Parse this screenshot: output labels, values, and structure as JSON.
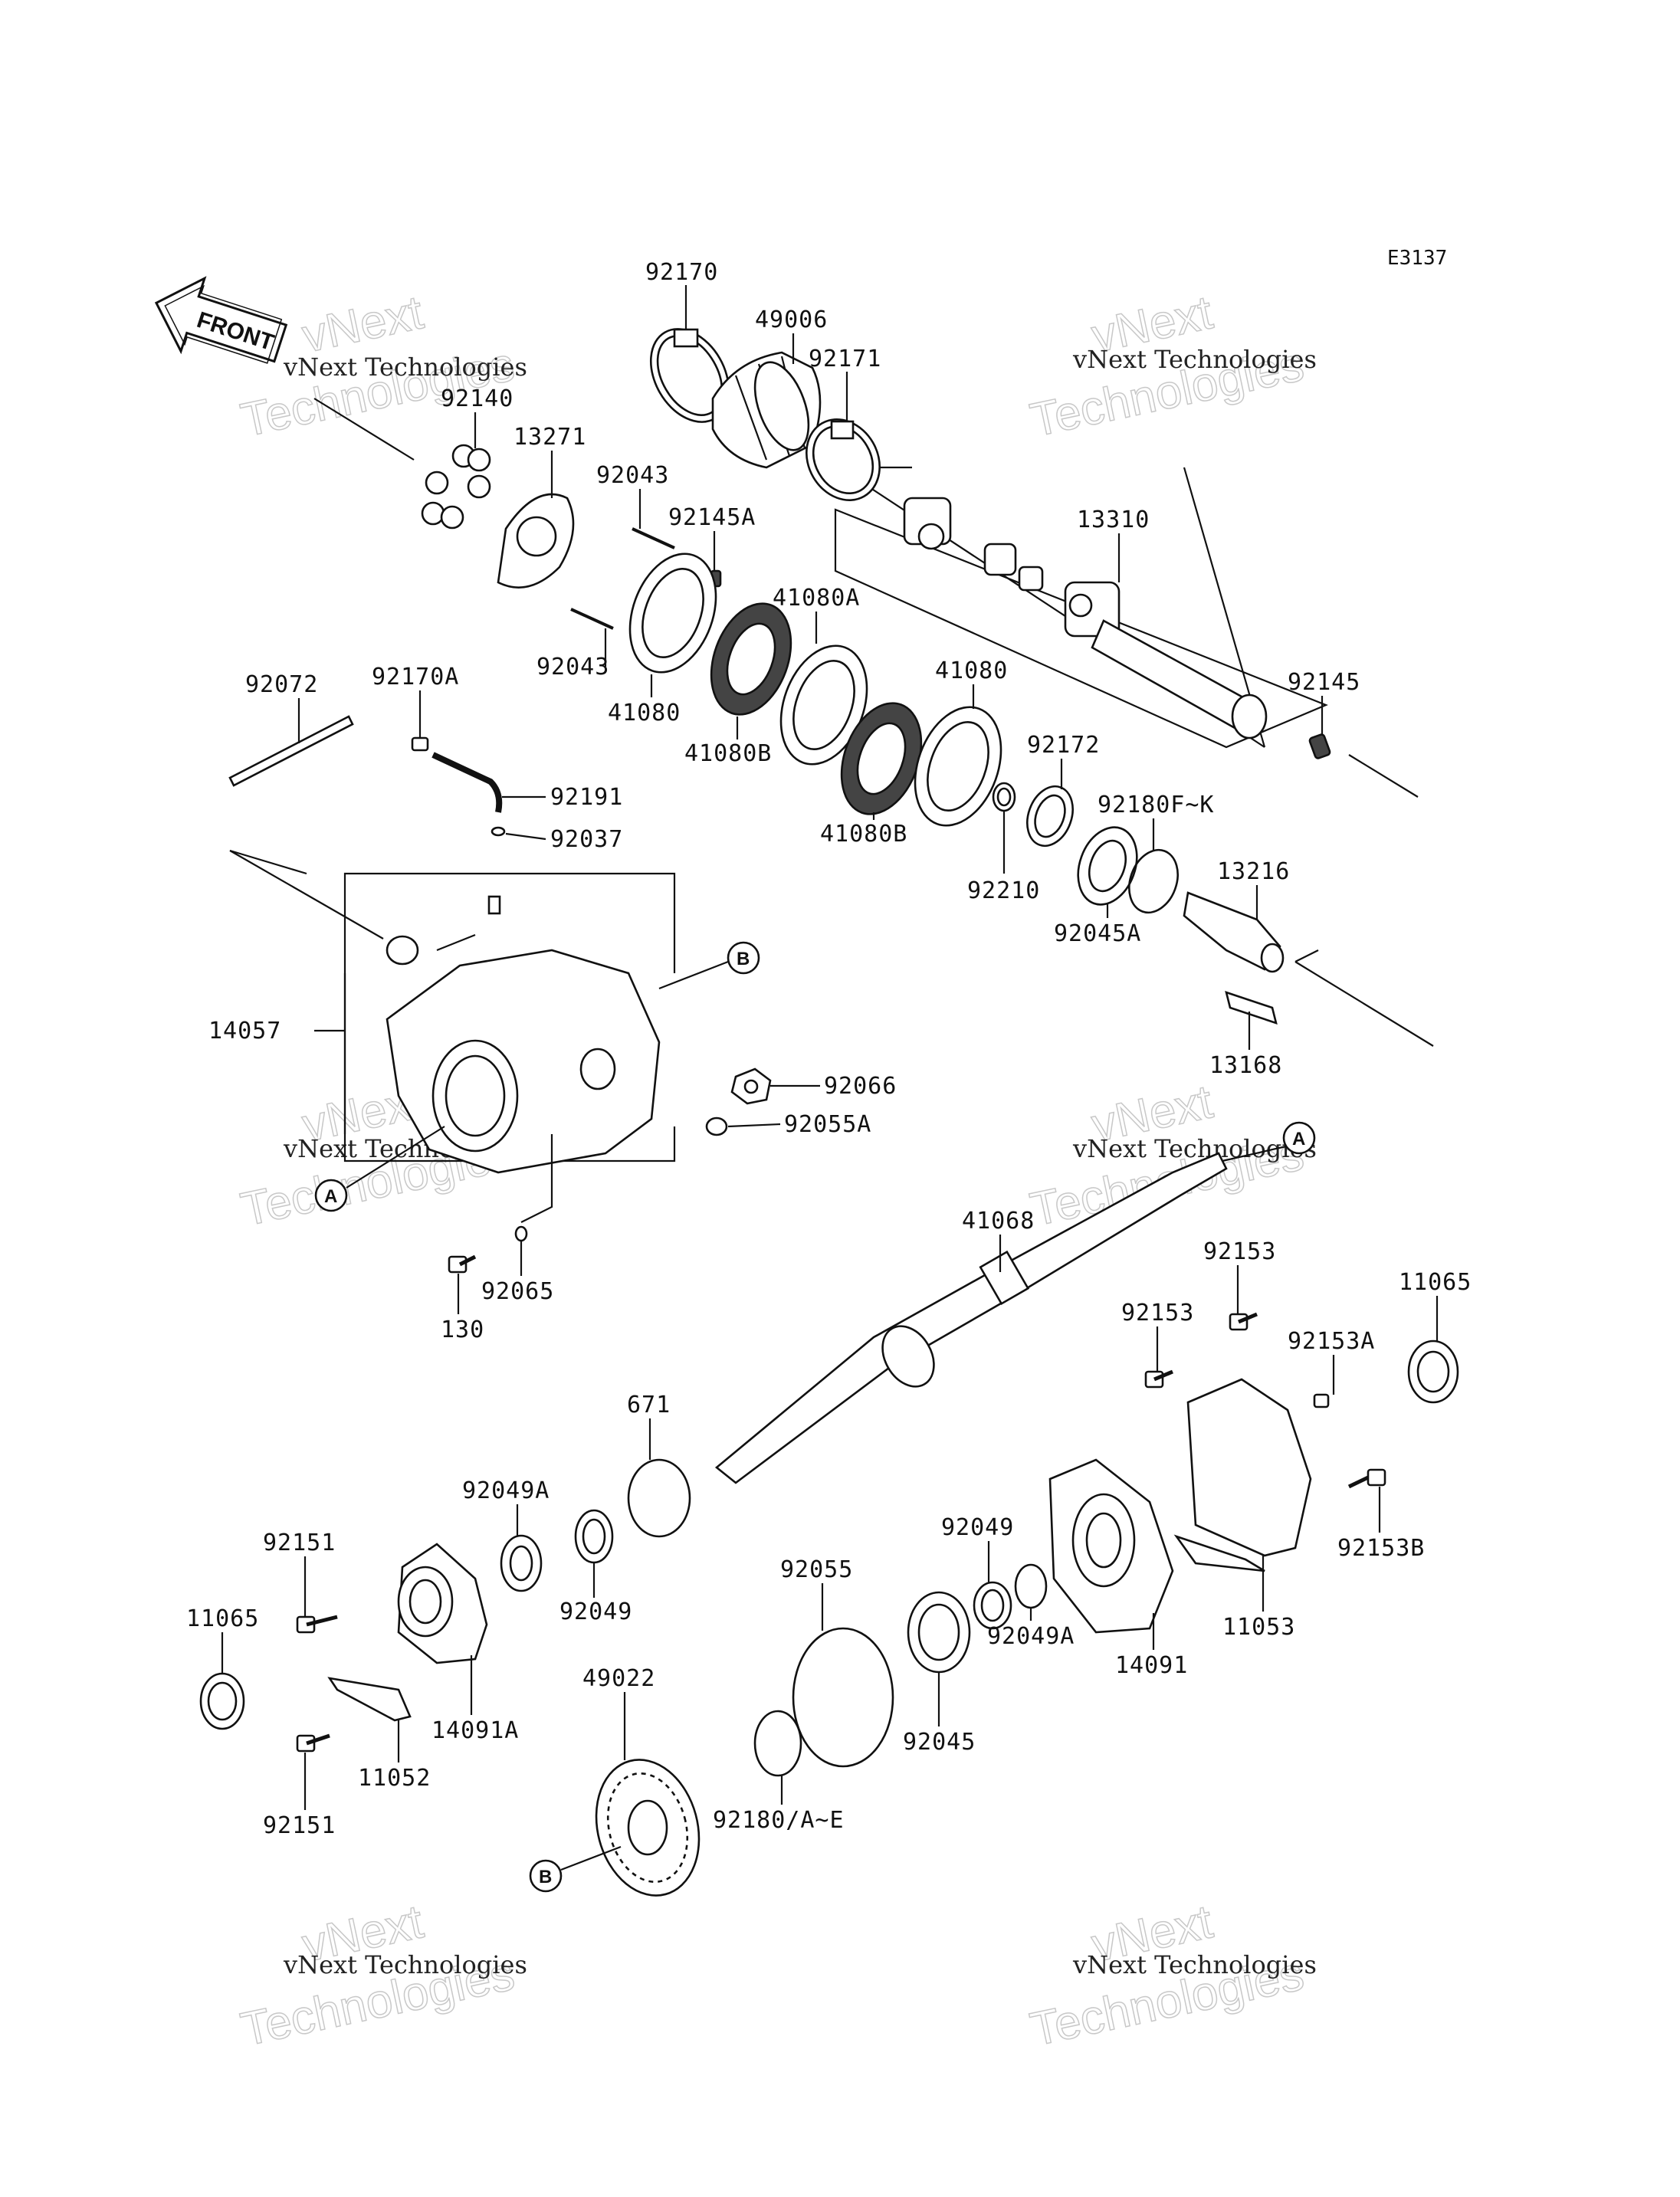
{
  "diagram_code": "E3137",
  "front_arrow_label": "FRONT",
  "watermark": {
    "line1": "vNext",
    "line2": "vNext Technologies",
    "line3": "Technologies"
  },
  "ref_markers": [
    "A",
    "B"
  ],
  "parts": {
    "p92170": "92170",
    "p49006": "49006",
    "p92171": "92171",
    "p92140": "92140",
    "p13271": "13271",
    "p92043a": "92043",
    "p92145A": "92145A",
    "p13310": "13310",
    "p92043b": "92043",
    "p41080a": "41080",
    "p41080A": "41080A",
    "p41080b": "41080",
    "p41080B1": "41080B",
    "p41080B2": "41080B",
    "p92145": "92145",
    "p92072": "92072",
    "p92170A": "92170A",
    "p92172": "92172",
    "p92180FK": "92180F~K",
    "p92191": "92191",
    "p92037": "92037",
    "p92210": "92210",
    "p13216": "13216",
    "p92045A": "92045A",
    "p14057": "14057",
    "p13168": "13168",
    "p92066": "92066",
    "p92055A": "92055A",
    "p41068": "41068",
    "p92153a": "92153",
    "p11065a": "11065",
    "p92153b": "92153",
    "p92153A": "92153A",
    "p92065": "92065",
    "p130": "130",
    "p671": "671",
    "p92049A1": "92049A",
    "p92153B": "92153B",
    "p92049a": "92049",
    "p92151a": "92151",
    "p92055": "92055",
    "p92049b": "92049",
    "p11065b": "11065",
    "p11053": "11053",
    "p14091": "14091",
    "p92049A2": "92049A",
    "p49022": "49022",
    "p92045": "92045",
    "p14091A": "14091A",
    "p11052": "11052",
    "p92151b": "92151",
    "p92180AE": "92180/A~E"
  }
}
